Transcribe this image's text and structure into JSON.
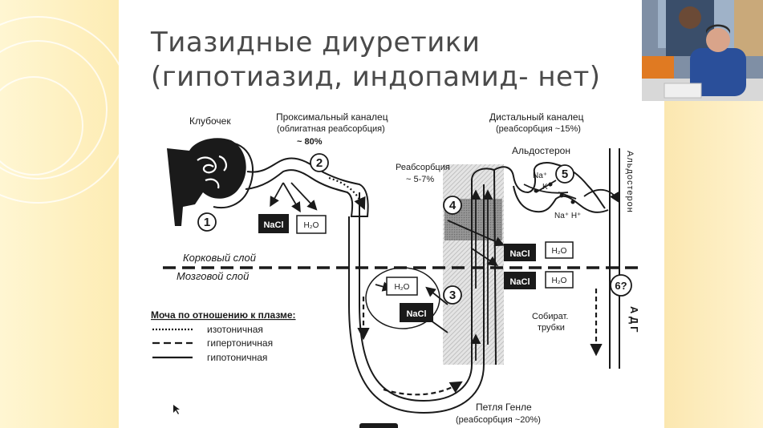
{
  "slide": {
    "title_line1": "Тиазидные диуретики",
    "title_line2": "(гипотиазид, индопамид- нет)"
  },
  "diagram": {
    "labels": {
      "glomerulus": "Клубочек",
      "proximal": "Проксимальный каналец",
      "proximal_sub": "(облигатная реабсорбция)",
      "proximal_pct": "~ 80%",
      "distal": "Дистальный каналец",
      "distal_sub": "(реабсорбция ~15%)",
      "aldosterone": "Альдостерон",
      "aldosterone_vertical": "Альдостерон",
      "reabsorption": "Реабсорбция",
      "reabsorption_pct": "~ 5-7%",
      "cortex": "Корковый слой",
      "medulla": "Мозговой слой",
      "collecting_1": "Собират.",
      "collecting_2": "трубки",
      "adh_vertical": "АДГ",
      "loop": "Петля Генле",
      "loop_sub": "(реабсорбция ~20%)"
    },
    "boxes": {
      "nacl": "NaCl",
      "h2o": "H₂O"
    },
    "numbers": [
      "1",
      "2",
      "3",
      "4",
      "5",
      "6?"
    ],
    "ions": {
      "na": "Na⁺",
      "k": "K⁺",
      "na_h": "Na⁺ H⁺"
    },
    "legend": {
      "title": "Моча по отношению к плазме:",
      "items": [
        "изотоничная",
        "гипертоничная",
        "гипотоничная"
      ]
    }
  },
  "webcam": {
    "icon": "person-video-icon"
  },
  "colors": {
    "strip": "#fdecb4",
    "title": "#4a4a4a",
    "ink": "#1a1a1a"
  }
}
